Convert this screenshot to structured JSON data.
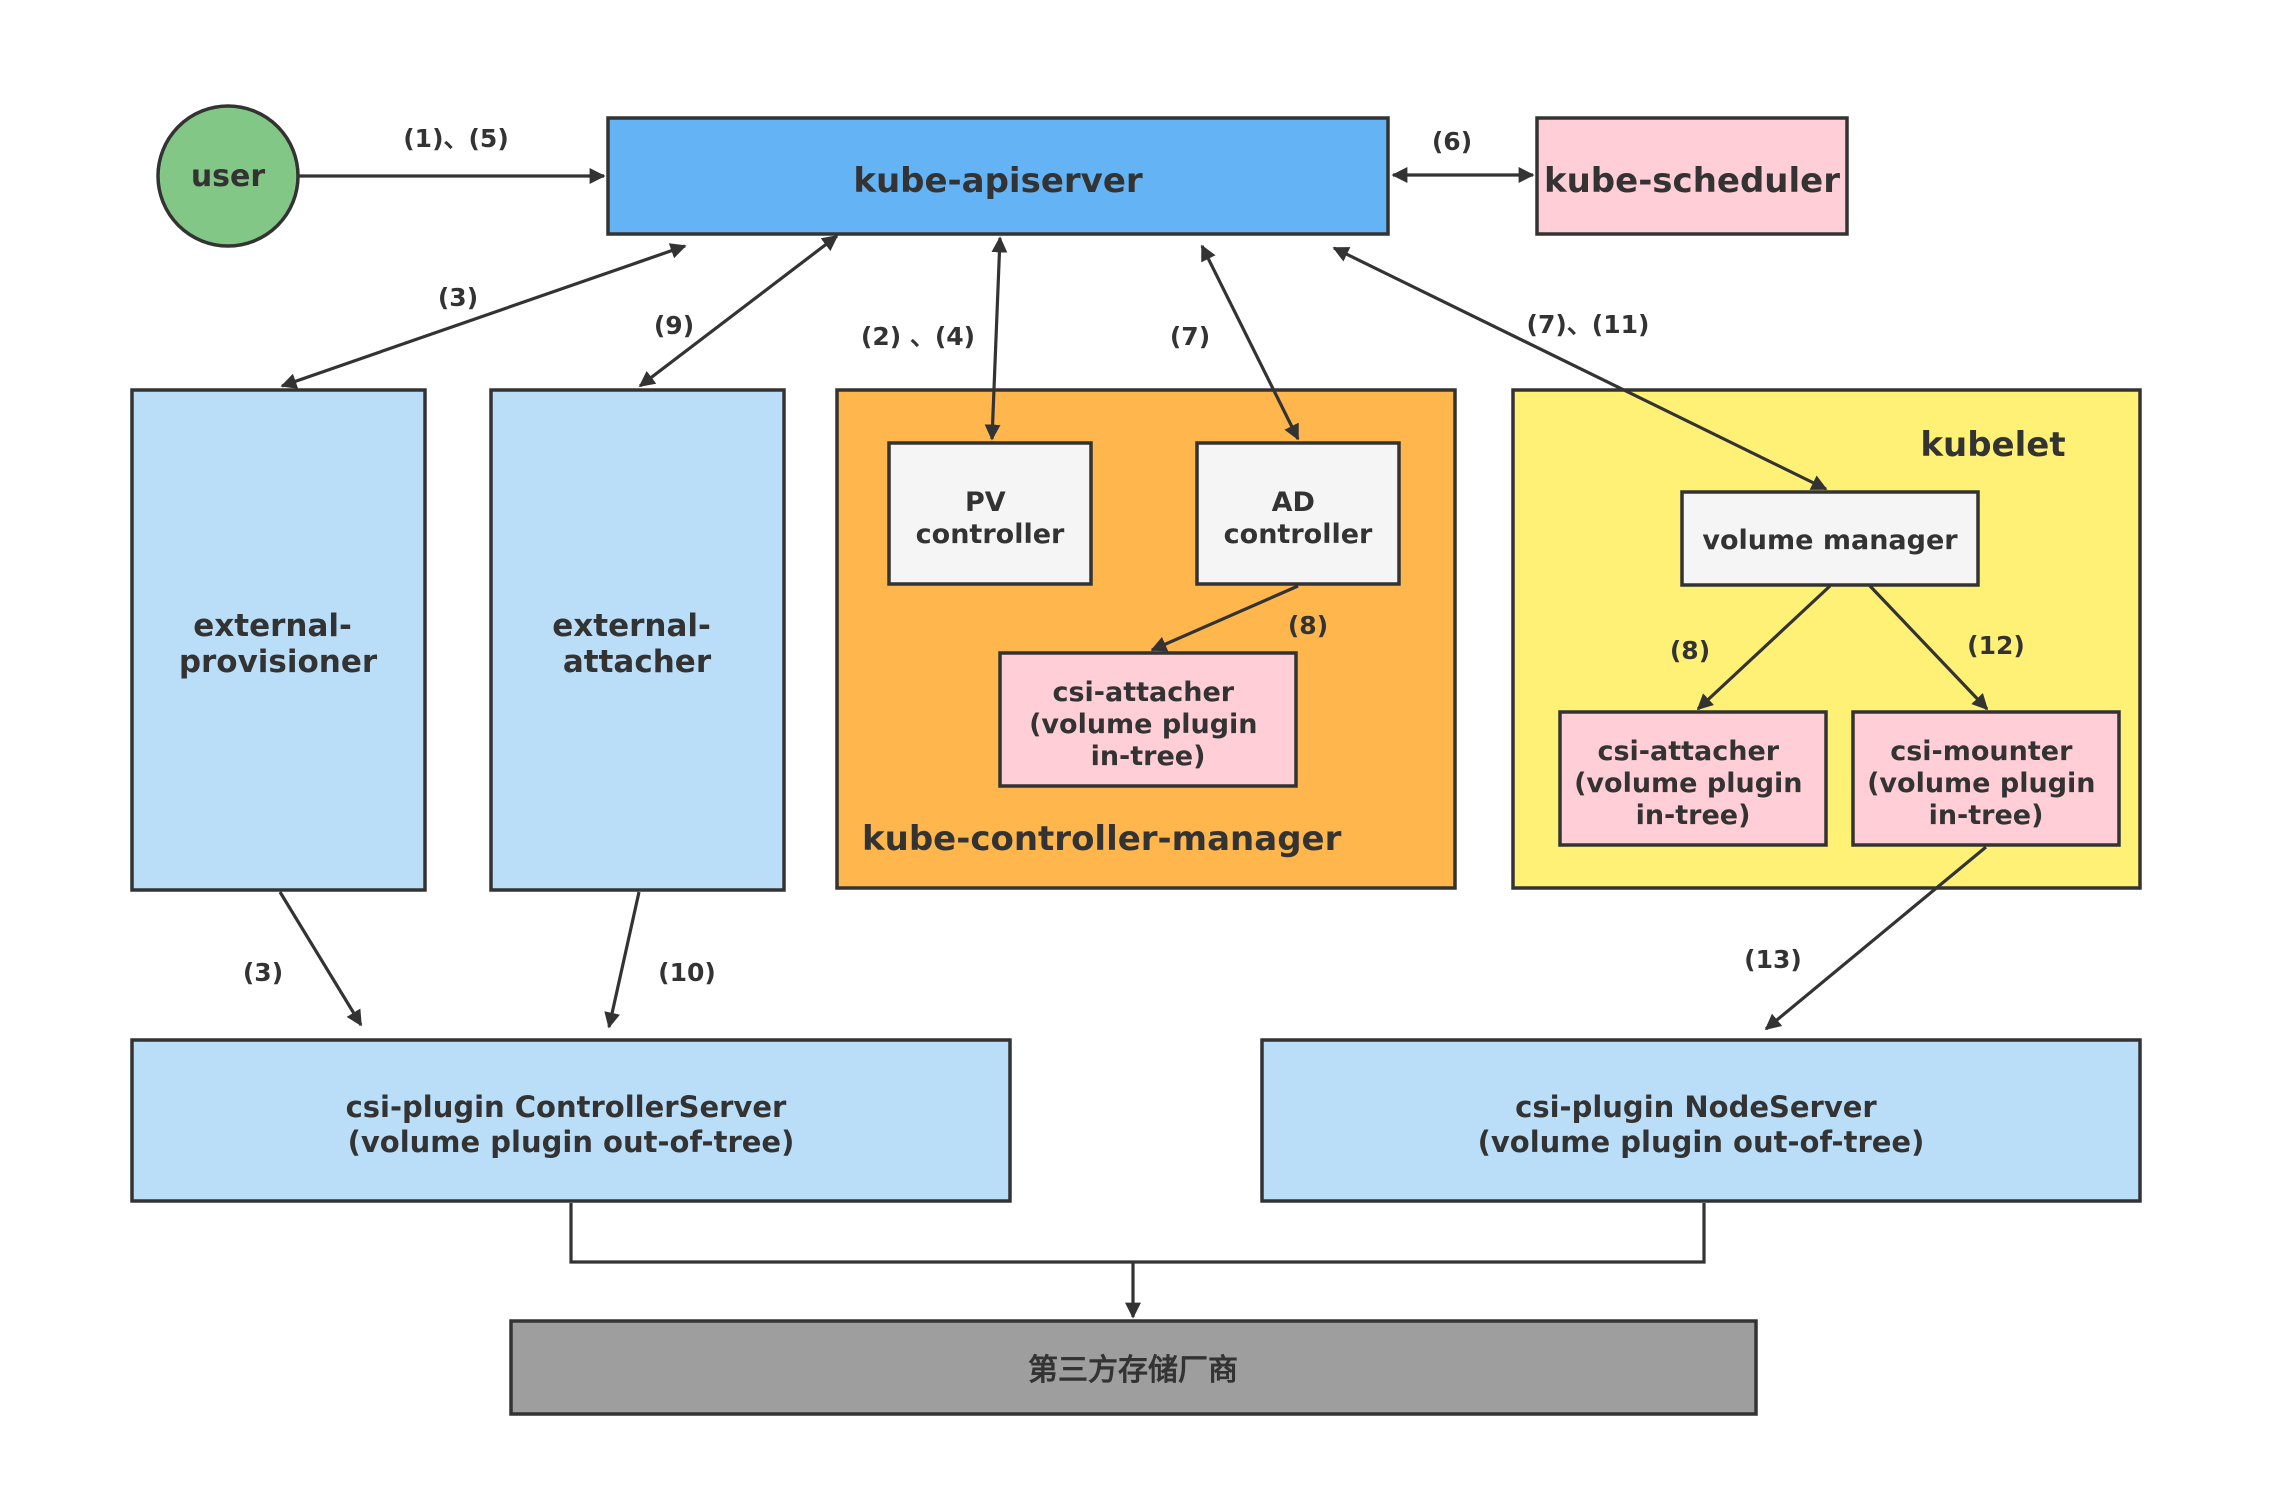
{
  "nodes": {
    "user": "user",
    "kube_apiserver": "kube-apiserver",
    "kube_scheduler": "kube-scheduler",
    "external_provisioner": [
      "external-",
      "provisioner"
    ],
    "external_attacher": [
      "external-",
      "attacher"
    ],
    "kube_controller_manager": "kube-controller-manager",
    "pv_controller": [
      "PV",
      "controller"
    ],
    "ad_controller": [
      "AD",
      "controller"
    ],
    "kcm_csi_attacher": [
      "csi-attacher",
      "(volume plugin",
      "in-tree)"
    ],
    "kubelet": "kubelet",
    "volume_manager": "volume manager",
    "kubelet_csi_attacher": [
      "csi-attacher",
      "(volume plugin",
      "in-tree)"
    ],
    "kubelet_csi_mounter": [
      "csi-mounter",
      "(volume plugin",
      "in-tree)"
    ],
    "controller_server": [
      "csi-plugin ControllerServer",
      "(volume plugin out-of-tree)"
    ],
    "node_server": [
      "csi-plugin NodeServer",
      "(volume plugin out-of-tree)"
    ],
    "storage_vendor": "第三方存储厂商"
  },
  "edge_labels": {
    "user_to_apiserver": "(1)、(5)",
    "apiserver_scheduler": "(6)",
    "apiserver_provisioner": "(3)",
    "apiserver_attacher": "(9)",
    "apiserver_pv_controller": "(2) 、(4)",
    "apiserver_ad_controller": "(7)",
    "apiserver_volume_manager": "(7)、(11)",
    "ad_to_csi_attacher": "(8)",
    "vm_to_csi_attacher": "(8)",
    "vm_to_csi_mounter": "(12)",
    "provisioner_to_controller_server": "(3)",
    "attacher_to_controller_server": "(10)",
    "mounter_to_node_server": "(13)"
  },
  "colors": {
    "user_fill": "#82C785",
    "apiserver_fill": "#64B3F4",
    "scheduler_fill": "#FFCED6",
    "light_blue_fill": "#BBDEF8",
    "controller_manager_fill": "#FFB64D",
    "kubelet_fill": "#FFF076",
    "white_box_fill": "#F5F5F5",
    "pink_fill": "#FFCED6",
    "vendor_fill": "#9E9E9E",
    "vendor_text": "#FFFFFF",
    "stroke": "#333333"
  }
}
